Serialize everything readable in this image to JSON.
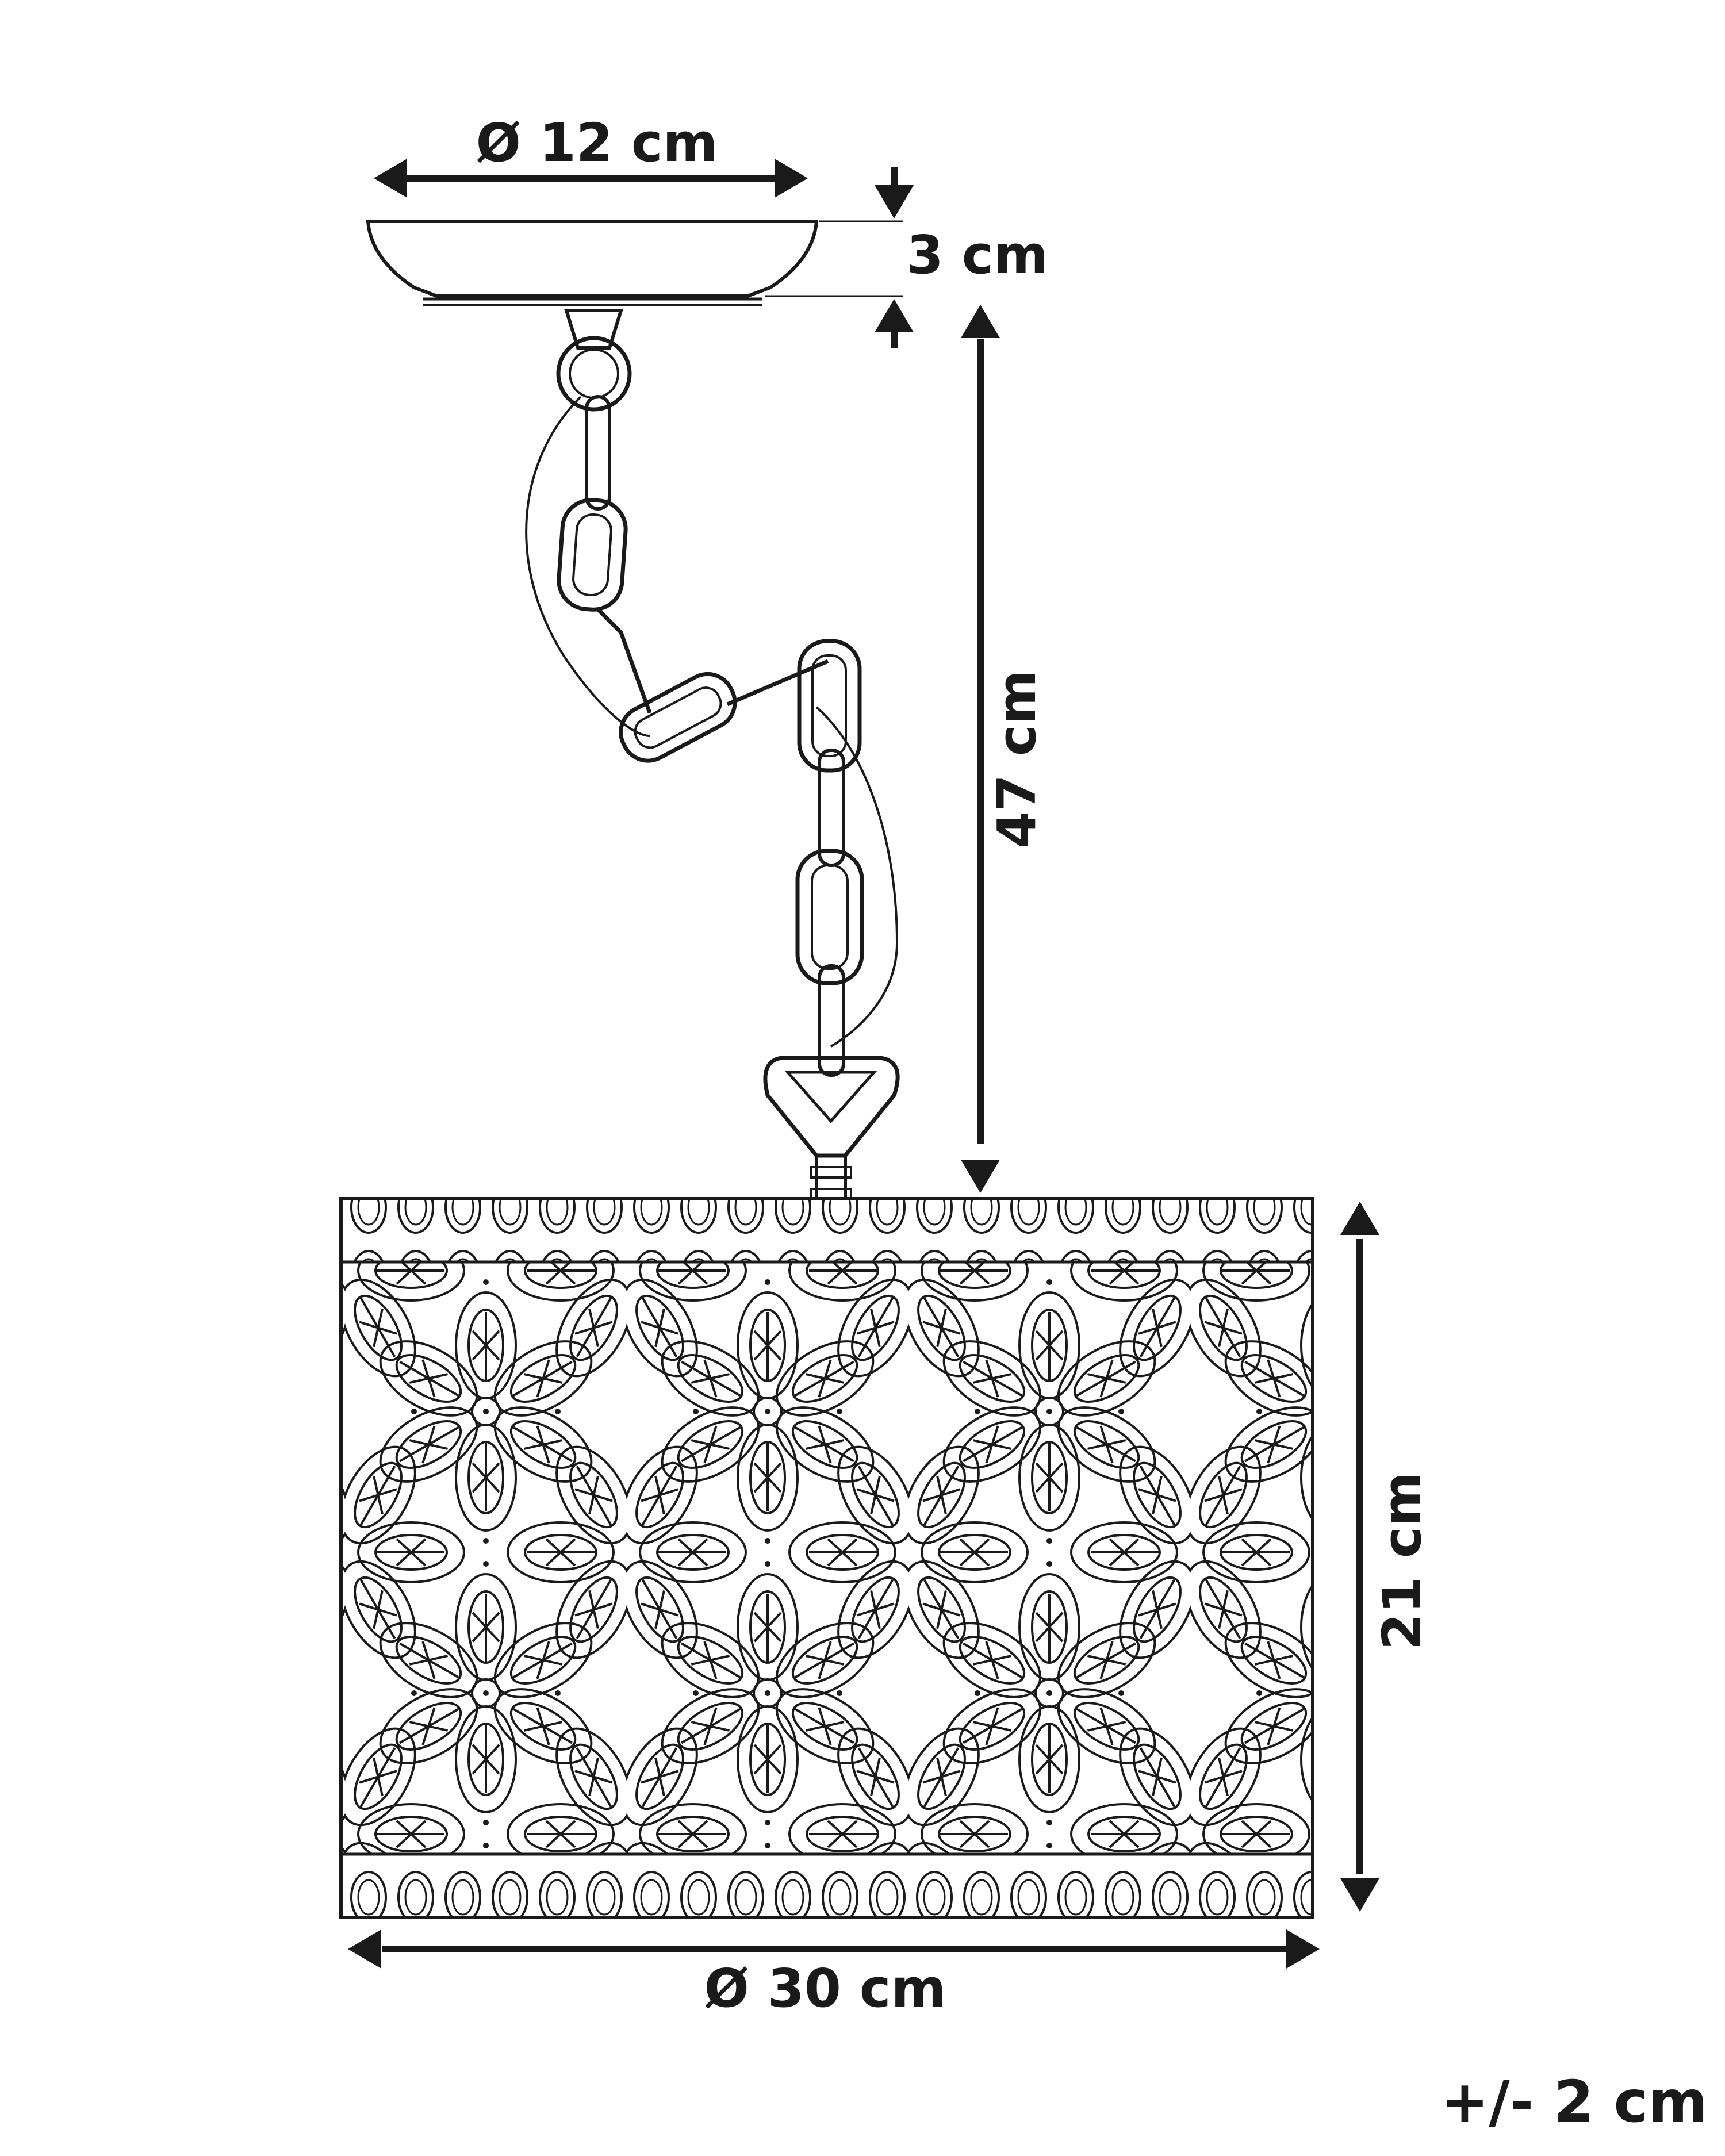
{
  "dimensions": {
    "canopy_diameter": "Ø 12 cm",
    "canopy_height": "3 cm",
    "suspension_length": "47 cm",
    "shade_height": "21 cm",
    "shade_diameter": "Ø 30 cm",
    "tolerance": "+/- 2 cm"
  },
  "colors": {
    "ink": "#1a1a1a",
    "background": "#ffffff"
  }
}
